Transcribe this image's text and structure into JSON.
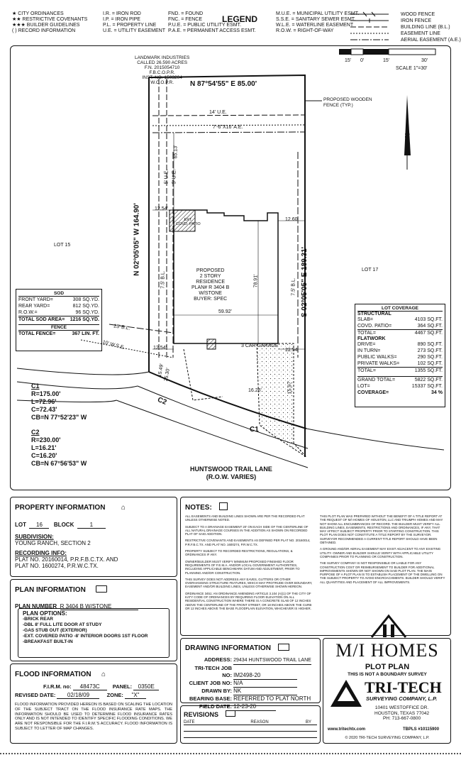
{
  "legend": {
    "title": "LEGEND",
    "left": [
      "CITY ORDINANCES",
      "RESTRICTIVE COVENANTS",
      "BUILDER GUIDELINES",
      "RECORD INFORMATION"
    ],
    "left_marks": [
      "★",
      "★★",
      "★★★",
      "( )"
    ],
    "mid1": [
      "I.R. = IRON ROD",
      "I.P. = IRON PIPE",
      "P.L. = PROPERTY LINE",
      "U.E. = UTILITY EASEMENT"
    ],
    "mid2": [
      "FND. = FOUND",
      "FNC. = FENCE",
      "P.U.E. = PUBLIC UTILITY ESMT.",
      "P.A.E. = PERMANENT ACCESS ESMT."
    ],
    "right": [
      "M.U.E. = MUNICIPAL UTILITY ESMT.",
      "S.S.E. = SANITARY SEWER ESMT.",
      "W.L.E. = WATERLINE EASEMENT",
      "R.O.W. = RIGHT-OF-WAY"
    ],
    "lines": [
      "WOOD FENCE",
      "IRON FENCE",
      "BUILDING LINE (B.L.)",
      "EASEMENT LINE",
      "AERIAL EASEMENT (A.E.)"
    ]
  },
  "scale": {
    "ticks": [
      "15'",
      "0'",
      "15'",
      "30'"
    ],
    "label": "SCALE 1\"=30'"
  },
  "plat": {
    "landmark": [
      "LANDMARK INDUSTRIES",
      "CALLED 26.590 ACRES",
      "F.N. 2015054710",
      "F.B.C.O.P.R.",
      "INST. NO. 1503204",
      "W.C.O.P.R."
    ],
    "north_line": "N 87°54'55\" E 85.00'",
    "fence_note": [
      "PROPOSED WOODEN",
      "FENCE (TYP.)"
    ],
    "ue14": "14' U.E.",
    "ae": "7'-6\"X16' A.E.",
    "ue5a": "5' U.E.",
    "ue5b": "5' U.E.",
    "d6513": "65.13'",
    "d1254a": "12.54'",
    "d1260": "12.60'",
    "d1254b": "12.54'",
    "d1254c": "12.54'",
    "patio": [
      "EXT.",
      "COVD. PATIO"
    ],
    "west_line": "N 02°05'05\" W 164.90'",
    "east_line": "S 02°05'05\" E 189.31'",
    "bl75a": "7.5' B.L.",
    "bl75b": "7.5' B.L.",
    "d7891": "78.91'",
    "d5992": "59.92'",
    "lot15": "LOT 15",
    "lot17": "LOT 17",
    "residence": [
      "PROPOSED",
      "2 STORY",
      "RESIDENCE",
      "PLAN# R 3404 B",
      "W/STONE",
      "BUYER: SPEC"
    ],
    "garage": "3 CAR GARAGE",
    "bl25": "25' B.L.",
    "wse": "10' W.S.E.",
    "d1549": "15.49'",
    "d2530": "25.30'",
    "d1625": "16.25'",
    "d1597": "15.97'",
    "street": [
      "HUNTSWOOD TRAIL LANE",
      "(R.O.W. VARIES)"
    ],
    "c1tag": "C1",
    "c2tag": "C2",
    "north": "N"
  },
  "sod": {
    "title": "SOD",
    "rows": [
      [
        "FRONT YARD=",
        "308",
        "SQ.YD."
      ],
      [
        "REAR YARD=",
        "812",
        "SQ.YD."
      ],
      [
        "R.O.W.=",
        "96",
        "SQ.YD."
      ]
    ],
    "total": [
      "TOTAL SOD AREA=",
      "1216",
      "SQ.YD."
    ],
    "fence_title": "FENCE",
    "fence": [
      "TOTAL FENCE=",
      "367",
      "LIN. FT."
    ]
  },
  "coverage": {
    "title": "LOT COVERAGE",
    "structural": "STRUCTURAL",
    "s_rows": [
      [
        "SLAB=",
        "4103",
        "SQ.FT."
      ],
      [
        "COVD. PATIO=",
        "364",
        "SQ.FT."
      ]
    ],
    "s_total": [
      "TOTAL=",
      "4467",
      "SQ.FT."
    ],
    "flatwork": "FLATWORK",
    "f_rows": [
      [
        "DRIVE=",
        "890",
        "SQ.FT."
      ],
      [
        "IN TURN=",
        "273",
        "SQ.FT."
      ],
      [
        "PUBLIC WALKS=",
        "290",
        "SQ.FT."
      ],
      [
        "PRIVATE WALKS=",
        "102",
        "SQ.FT."
      ]
    ],
    "f_total": [
      "TOTAL=",
      "1355",
      "SQ.FT."
    ],
    "grand": [
      "GRAND TOTAL=",
      "5822",
      "SQ.FT."
    ],
    "lot": [
      "LOT=",
      "15337",
      "SQ.FT."
    ],
    "cov": [
      "COVERAGE=",
      "34",
      "%"
    ]
  },
  "curves": {
    "c1": [
      "C1",
      "R=175.00'",
      "L=72.96'",
      "C=72.43'",
      "CB=N 77°52'23\" W"
    ],
    "c2": [
      "C2",
      "R=230.00'",
      "L=16.21'",
      "C=16.20'",
      "CB=N 67°56'53\" W"
    ]
  },
  "property": {
    "title": "PROPERTY INFORMATION",
    "lot_label": "LOT",
    "lot": "16",
    "block_label": "BLOCK",
    "block": "1",
    "subdivision_label": "SUBDIVISION:",
    "subdivision": "YOUNG RANCH, SECTION 2",
    "recording_label": "RECORDING INFO:",
    "recording": [
      "PLAT NO. 20160014, P.R.F.B.C.TX. AND",
      "PLAT NO. 1600274, P.R.W.C.TX."
    ]
  },
  "plan": {
    "title": "PLAN INFORMATION",
    "number_label": "PLAN NUMBER",
    "number": "R 3404 B W/STONE",
    "options_label": "PLAN OPTIONS:",
    "options": [
      "-BRICK REAR",
      "-DBL 8' FULL LITE DOOR AT STUDY",
      "-GAS STUB OUT (EXTERIOR)",
      "-EXT. COVERED PATIO -8' INTERIOR DOORS 1ST FLOOR",
      "-BREAKFAST BUILT-IN"
    ]
  },
  "flood": {
    "title": "FLOOD INFORMATION",
    "firm_label": "F.I.R.M. no:",
    "firm": "48473C",
    "panel_label": "PANEL:",
    "panel": "0350E",
    "revised_label": "REVISED DATE:",
    "revised": "02/18/09",
    "zone_label": "ZONE:",
    "zone": "\"X\"",
    "text": "FLOOD INFORMATION PROVIDED HEREON IS BASED ON SCALING THE LOCATION OF THE SUBJECT TRACT ON THE FLOOD INSURANCE RATE MAPS. THE INFORMATION SHOULD BE USED TO DETERMINE FLOOD INSURANCE RATES ONLY AND IS NOT INTENDED TO IDENTIFY SPECIFIC FLOODING CONDITIONS. WE ARE NOT RESPONSIBLE FOR THE F.I.R.M.'S ACCURACY. FLOOD INFORMATION IS SUBJECT TO LETTER OF MAP CHANGES."
  },
  "notes": {
    "title": "NOTES:",
    "left": [
      "ALL EASEMENTS AND BUILDING LINES SHOWN ARE PER THE RECORDED PLAT UNLESS OTHERWISE NOTED.",
      "SUBJECT TO A DRAINAGE EASEMENT 20' ON EACH SIDE OF THE CENTERLINE OF ALL NATURAL DRAINAGE COURSES IN THE ADDITION AS SHOWN ON RECORDED PLAT OF SAID ADDITION.",
      "RESTRICTIVE COVENANTS AND EASEMENTS AS DEFINED PER PLAT NO. 20160014, P.R.F.B.C.TX. AND PLAT NO. 1600274, P.R.W.C.TX.",
      "PROPERTY SUBJECT TO RECORDED RESTRICTIONS, REGULATIONS, & ORDINANCES IF ANY.",
      "OWNER/BUILDER MUST VERIFY MINIMUM PROPOSED FINISHED FLOOR REQUIREMENTS OF F.E.M.A. AND/OR LOCAL GOVERNMENT AUTHORITIES, INCLUDING APPLICABLE BENCHMARK DATUM AND ADJUSTMENT, PRIOR TO PLANNING AND/OR CONSTRUCTION.",
      "THIS SURVEY DOES NOT ADDRESS ANY EAVES, GUTTERS OR OTHER OVERHANGING STRUCTURE FEATURES, WHICH MAY PROTRUDE OVER BOUNDARY, EASEMENT AND/OR BUILDING LINES, UNLESS OTHERWISE SHOWN HEREON.",
      "ORDINANCE 3451: AN ORDINANCE AMENDING ARTICLE 3.104 (A)(1) OF THE CITY OF KATY CODE OF ORDINANCES BY REQUIRING FLOOR ELEVATION ON ALL RESIDENTIAL CONSTRUCTION WHERE THERE IS A CONCRETE SLAB OF 12 INCHES ABOVE THE CENTERLINE OF THE FRONT STREET, OR 18 INCHES ABOVE THE CURB OR 12 INCHES ABOVE THE BASE FLOODPLAIN ELEVATION, WHICHEVER IS HIGHER."
    ],
    "right": [
      "THIS PLOT PLAN WAS PREPARED WITHOUT THE BENEFIT OF A TITLE REPORT AT THE REQUEST OF M/I HOMES OF HOUSTON, LLC AND TRIUMPH HOMES AND MAY NOT SHOW ALL ENCUMBRANCES OF RECORD. THE BUILDER MUST VERIFY ALL BUILDING LINES, EASEMENTS, RESTRICTIONS AND ORDINANCES, IF ANY, THAT MAY AFFECT SUBJECT PROPERTY PRIOR TO STARTING CONSTRUCTION. THIS PLOT PLAN DOES NOT CONSTITUTE A TITLE REPORT BY THE SURVEYOR. SURVEYOR RECOMMENDED A CURRENT TITLE REPORT SHOULD HAVE BEEN OBTAINED.",
      "A GROUND AND/OR AERIAL EASEMENT MAY EXIST ADJACENT TO ANY EXISTING UTILITY. OWNER AND BUILDER SHOULD VERIFY WITH APPLICABLE UTILITY COMPANIES PRIOR TO PLANNING OR CONSTRUCTION.",
      "THE SURVEY COMPANY IS NOT RESPONSIBLE OR LIABLE FOR ANY CONSTRUCTION COST OR REIMBURSEMENT TO BUILDER FOR ADDITIONAL IMPROVEMENTS SHOWN OR NOT SHOWN ON SAID PLOT PLAN. THE MAIN PURPOSE OF A PLOT PLAN IS TO ESTABLISH PLACEMENT OF THE DWELLING ON THE SUBJECT PROPERTY TO AVOID ENCROACHMENTS. BUILDER SHOULD VERIFY ALL QUANTITIES AND PLACEMENT OF ALL IMPROVEMENTS."
    ]
  },
  "drawing": {
    "title": "DRAWING INFORMATION",
    "address_label": "ADDRESS:",
    "address": "29434 HUNTSWOOD TRAIL LANE",
    "job_label": "TRI-TECH JOB NO:",
    "job": "IM2498-20",
    "client_label": "CLIENT JOB NO:",
    "client": "N/A",
    "drawn_label": "DRAWN BY:",
    "drawn": "NK",
    "bearing_label": "BEARING BASE:",
    "bearing": "REFERRED TO PLAT NORTH",
    "field_label": "FIELD DATE:",
    "field": "12-23-20"
  },
  "revisions": {
    "title": "REVISIONS",
    "cols": [
      "DATE",
      "REASON",
      "BY"
    ]
  },
  "branding": {
    "mi": "M/I HOMES",
    "plot": "PLOT PLAN",
    "not_boundary": "THIS IS NOT A BOUNDARY SURVEY",
    "tritech": "TRI-TECH",
    "surveying": "SURVEYING COMPANY, L.P.",
    "addr1": "10401 WESTOFFICE DR.",
    "addr2": "HOUSTON, TEXAS 77042",
    "phone": "PH: 713-667-0800",
    "web": "www.tritechtx.com",
    "tbpls": "TBPLS #10115900",
    "copyright": "© 2020 TRI-TECH SURVEYING COMPANY, L.P."
  }
}
